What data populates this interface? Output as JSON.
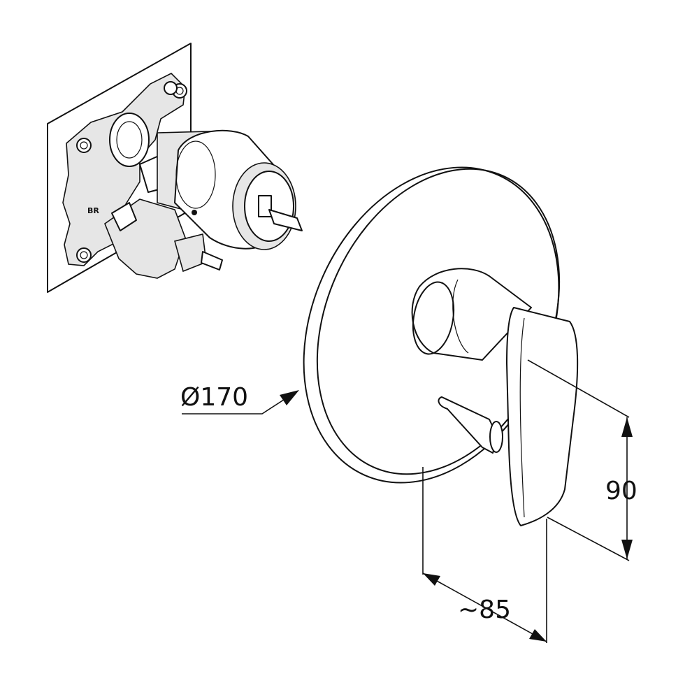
{
  "drawing": {
    "body_marking": "BR",
    "dimensions": {
      "diameter": "Ø170",
      "height": "90",
      "depth": "~85"
    }
  }
}
